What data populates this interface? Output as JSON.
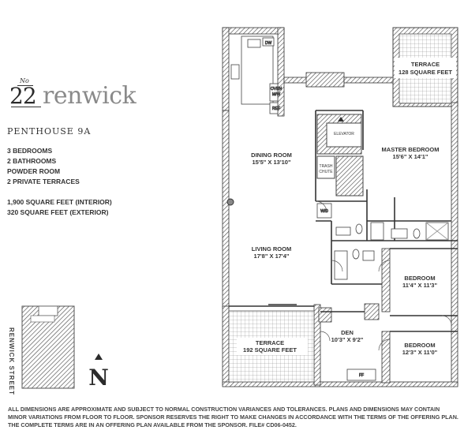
{
  "brand": {
    "number_sign": "No",
    "number": "22",
    "name": "renwick"
  },
  "unit": "PENTHOUSE 9A",
  "features": [
    "3 BEDROOMS",
    "2 BATHROOMS",
    "POWDER ROOM",
    "2 PRIVATE TERRACES"
  ],
  "areas": [
    "1,900 SQUARE FEET  (INTERIOR)",
    "320 SQUARE FEET  (EXTERIOR)"
  ],
  "street": "RENWICK STREET",
  "compass": "N",
  "rooms": {
    "terrace_top": {
      "name": "TERRACE",
      "size": "128 SQUARE FEET"
    },
    "dining": {
      "name": "DINING ROOM",
      "size": "15'5\" X 13'10\""
    },
    "master": {
      "name": "MASTER BEDROOM",
      "size": "15'6\" X 14'1\""
    },
    "living": {
      "name": "LIVING ROOM",
      "size": "17'8\" X 17'4\""
    },
    "bedroom2": {
      "name": "BEDROOM",
      "size": "11'4\" X 11'3\""
    },
    "terrace_bottom": {
      "name": "TERRACE",
      "size": "192 SQUARE FEET"
    },
    "den": {
      "name": "DEN",
      "size": "10'3\" X 9'2\""
    },
    "bedroom3": {
      "name": "BEDROOM",
      "size": "12'3\" X 11'0\""
    }
  },
  "fixtures": {
    "dw": "DW",
    "oven": "OVEN",
    "mw": "M/W",
    "ref": "REF",
    "elevator": "ELEVATOR",
    "trash": "TRASH",
    "chute": "CHUTE",
    "wd": "W/D",
    "ff": "FF"
  },
  "footer": "ALL DIMENSIONS ARE APPROXIMATE AND SUBJECT TO NORMAL CONSTRUCTION VARIANCES AND TOLERANCES. PLANS AND DIMENSIONS MAY CONTAIN MINOR VARIATIONS FROM FLOOR TO FLOOR. SPONSOR RESERVES THE RIGHT TO MAKE CHANGES IN ACCORDANCE WITH THE TERMS OF THE OFFERING PLAN. THE COMPLETE TERMS ARE IN AN OFFERING PLAN AVAILABLE FROM THE SPONSOR. FILE# CD06-0452."
}
